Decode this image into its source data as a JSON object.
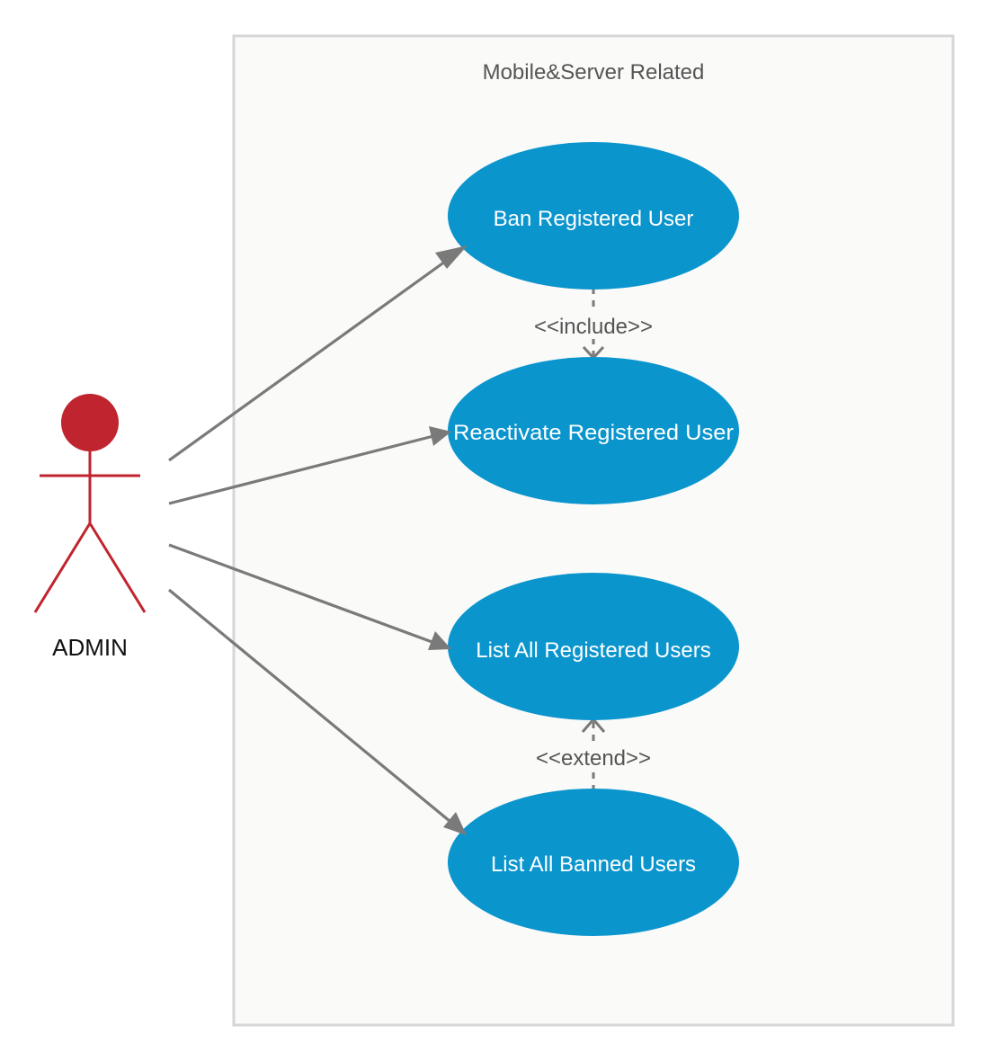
{
  "diagram": {
    "type": "uml-use-case",
    "system_boundary": {
      "title": "Mobile&Server Related"
    },
    "actor": {
      "name": "ADMIN",
      "color": "#c0242f"
    },
    "use_cases": [
      {
        "id": "ban",
        "label": "Ban Registered User"
      },
      {
        "id": "reactivate",
        "label": "Reactivate Registered User"
      },
      {
        "id": "list_registered",
        "label": "List All Registered Users"
      },
      {
        "id": "list_banned",
        "label": "List All Banned Users"
      }
    ],
    "relationships": [
      {
        "type": "include",
        "from": "ban",
        "to": "reactivate",
        "label": "<<include>>"
      },
      {
        "type": "extend",
        "from": "list_banned",
        "to": "list_registered",
        "label": "<<extend>>"
      }
    ],
    "associations": [
      {
        "from": "ADMIN",
        "to": "ban"
      },
      {
        "from": "ADMIN",
        "to": "reactivate"
      },
      {
        "from": "ADMIN",
        "to": "list_registered"
      },
      {
        "from": "ADMIN",
        "to": "list_banned"
      }
    ],
    "colors": {
      "use_case_fill": "#0b95cd",
      "use_case_text": "#ffffff",
      "connector": "#7a7a7a",
      "boundary_stroke": "#d6d6d6",
      "boundary_fill": "#fafaf9"
    }
  }
}
